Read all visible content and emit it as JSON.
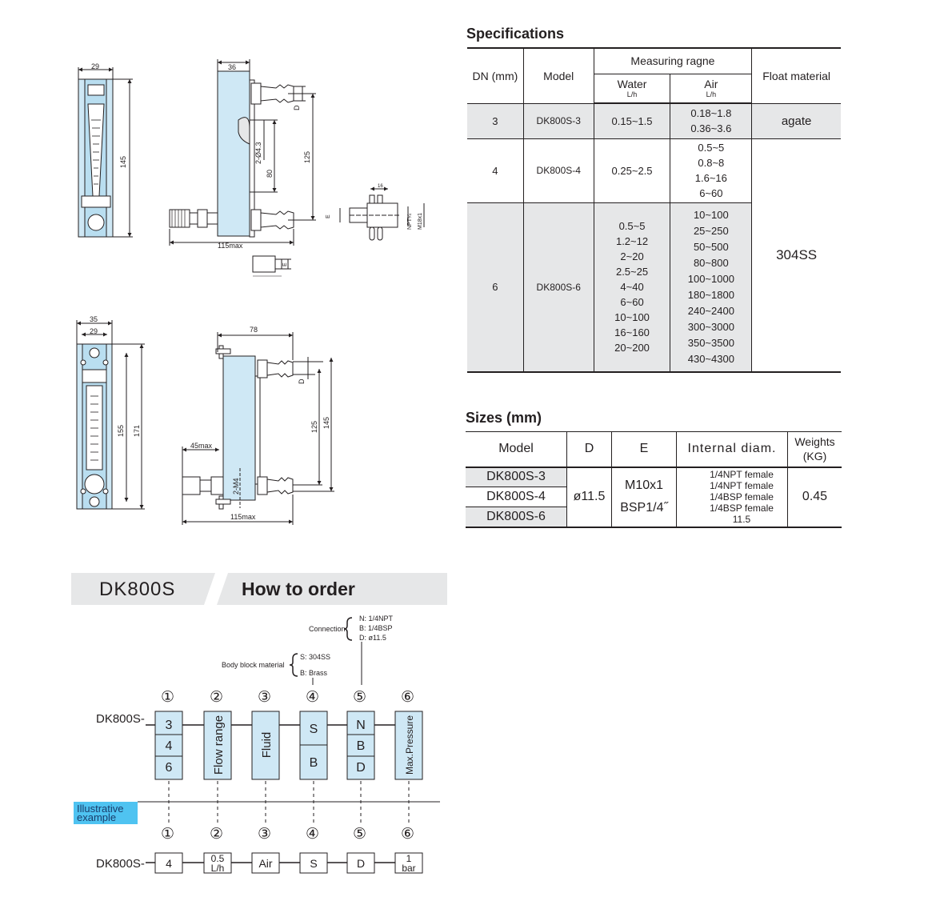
{
  "drawings": {
    "top_front": {
      "w": "29",
      "h": "145"
    },
    "top_side": {
      "w": "36",
      "d": "D",
      "bolts": "2-Ø4.3",
      "pitch80": "80",
      "h125": "125",
      "len": "115max"
    },
    "top_detail": {
      "s16": "16",
      "e": "E",
      "npt": "NPT¼",
      "m18": "M18x1"
    },
    "top_small": {
      "e": "E"
    },
    "bottom_front": {
      "w35": "35",
      "w29": "29",
      "h155": "155",
      "h171": "171"
    },
    "bottom_side": {
      "w78": "78",
      "d": "D",
      "h125": "125",
      "h145": "145",
      "m45": "45max",
      "m4": "2-M4",
      "len": "115max"
    }
  },
  "specifications": {
    "title": "Specifications",
    "headers": {
      "dn": "DN (mm)",
      "model": "Model",
      "measuring": "Measuring ragne",
      "water": "Water",
      "air": "Air",
      "unit": "L/h",
      "float": "Float material"
    },
    "rows": [
      {
        "dn": "3",
        "model": "DK800S-3",
        "water": [
          "0.15~1.5"
        ],
        "air": [
          "0.18~1.8",
          "0.36~3.6"
        ],
        "float": "agate"
      },
      {
        "dn": "4",
        "model": "DK800S-4",
        "water": [
          "0.25~2.5"
        ],
        "air": [
          "0.5~5",
          "0.8~8",
          "1.6~16",
          "6~60"
        ],
        "float": "304SS"
      },
      {
        "dn": "6",
        "model": "DK800S-6",
        "water": [
          "0.5~5",
          "1.2~12",
          "2~20",
          "2.5~25",
          "4~40",
          "6~60",
          "10~100",
          "16~160",
          "20~200"
        ],
        "air": [
          "10~100",
          "25~250",
          "50~500",
          "80~800",
          "100~1000",
          "180~1800",
          "240~2400",
          "300~3000",
          "350~3500",
          "430~4300"
        ]
      }
    ]
  },
  "sizes": {
    "title": "Sizes (mm)",
    "headers": {
      "model": "Model",
      "d": "D",
      "e": "E",
      "internal": "Internal diam.",
      "weights": "Weights (KG)"
    },
    "models": [
      "DK800S-3",
      "DK800S-4",
      "DK800S-6"
    ],
    "d": "ø11.5",
    "e": [
      "M10x1",
      "BSP1/4˝"
    ],
    "internal": [
      "1/4NPT female",
      "1/4NPT female",
      "1/4BSP female",
      "1/4BSP female",
      "11.5"
    ],
    "weight": "0.45"
  },
  "order": {
    "model": "DK800S",
    "title": "How to order",
    "connection_label": "Connection",
    "connection_options": [
      "N: 1/4NPT",
      "B: 1/4BSP",
      "D: ø11.5"
    ],
    "body_label": "Body block material",
    "body_options": [
      "S: 304SS",
      "B: Brass"
    ],
    "numbers": [
      "①",
      "②",
      "③",
      "④",
      "⑤",
      "⑥"
    ],
    "prefix": "DK800S-",
    "box1": [
      "3",
      "4",
      "6"
    ],
    "box2": "Flow range",
    "box3": "Fluid",
    "box4": [
      "S",
      "B"
    ],
    "box5": [
      "N",
      "B",
      "D"
    ],
    "box6": "Max.Pressure",
    "illustrative": "Illustrative example",
    "example": {
      "v1": "4",
      "v2a": "0.5",
      "v2b": "L/h",
      "v3": "Air",
      "v4": "S",
      "v5": "D",
      "v6a": "1",
      "v6b": "bar"
    }
  }
}
